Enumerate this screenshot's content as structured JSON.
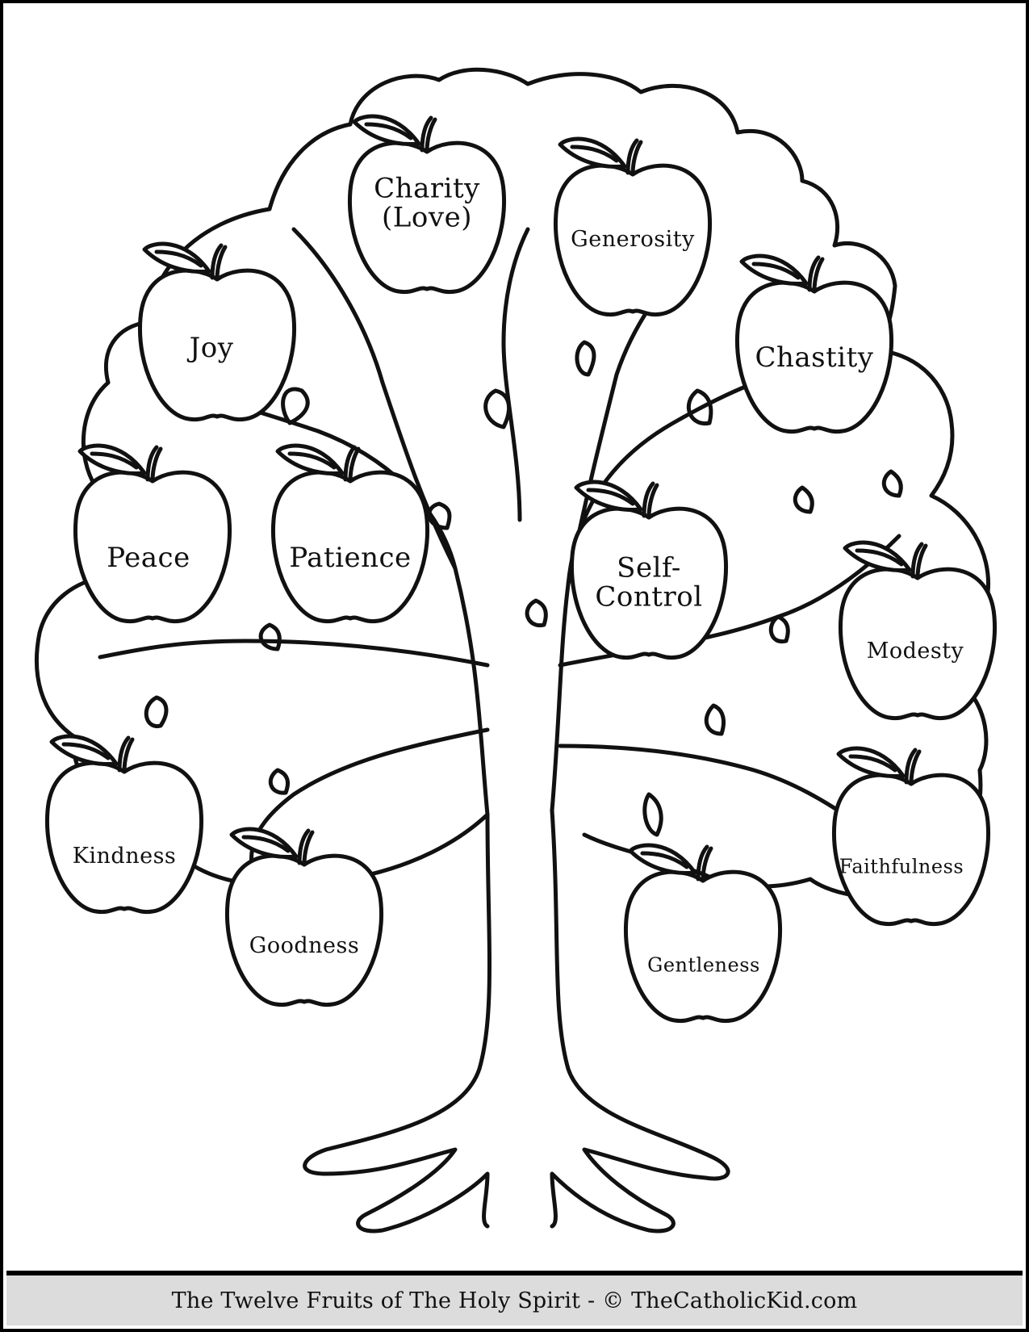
{
  "title": "The Twelve Fruits of The Holy Spirit",
  "footer": {
    "text": "The Twelve Fruits of The Holy Spirit - © TheCatholicKid.com"
  },
  "colors": {
    "line": "#111111",
    "background": "#ffffff",
    "footer_bg": "#dcdcdc"
  },
  "fruits": [
    {
      "id": "charity",
      "label": "Charity\n(Love)",
      "line1": "Charity",
      "line2": "(Love)"
    },
    {
      "id": "generosity",
      "label": "Generosity"
    },
    {
      "id": "joy",
      "label": "Joy"
    },
    {
      "id": "chastity",
      "label": "Chastity"
    },
    {
      "id": "peace",
      "label": "Peace"
    },
    {
      "id": "patience",
      "label": "Patience"
    },
    {
      "id": "self-control",
      "label": "Self-\nControl",
      "line1": "Self-",
      "line2": "Control"
    },
    {
      "id": "modesty",
      "label": "Modesty"
    },
    {
      "id": "kindness",
      "label": "Kindness"
    },
    {
      "id": "goodness",
      "label": "Goodness"
    },
    {
      "id": "gentleness",
      "label": "Gentleness"
    },
    {
      "id": "faithfulness",
      "label": "Faithfulness"
    }
  ]
}
